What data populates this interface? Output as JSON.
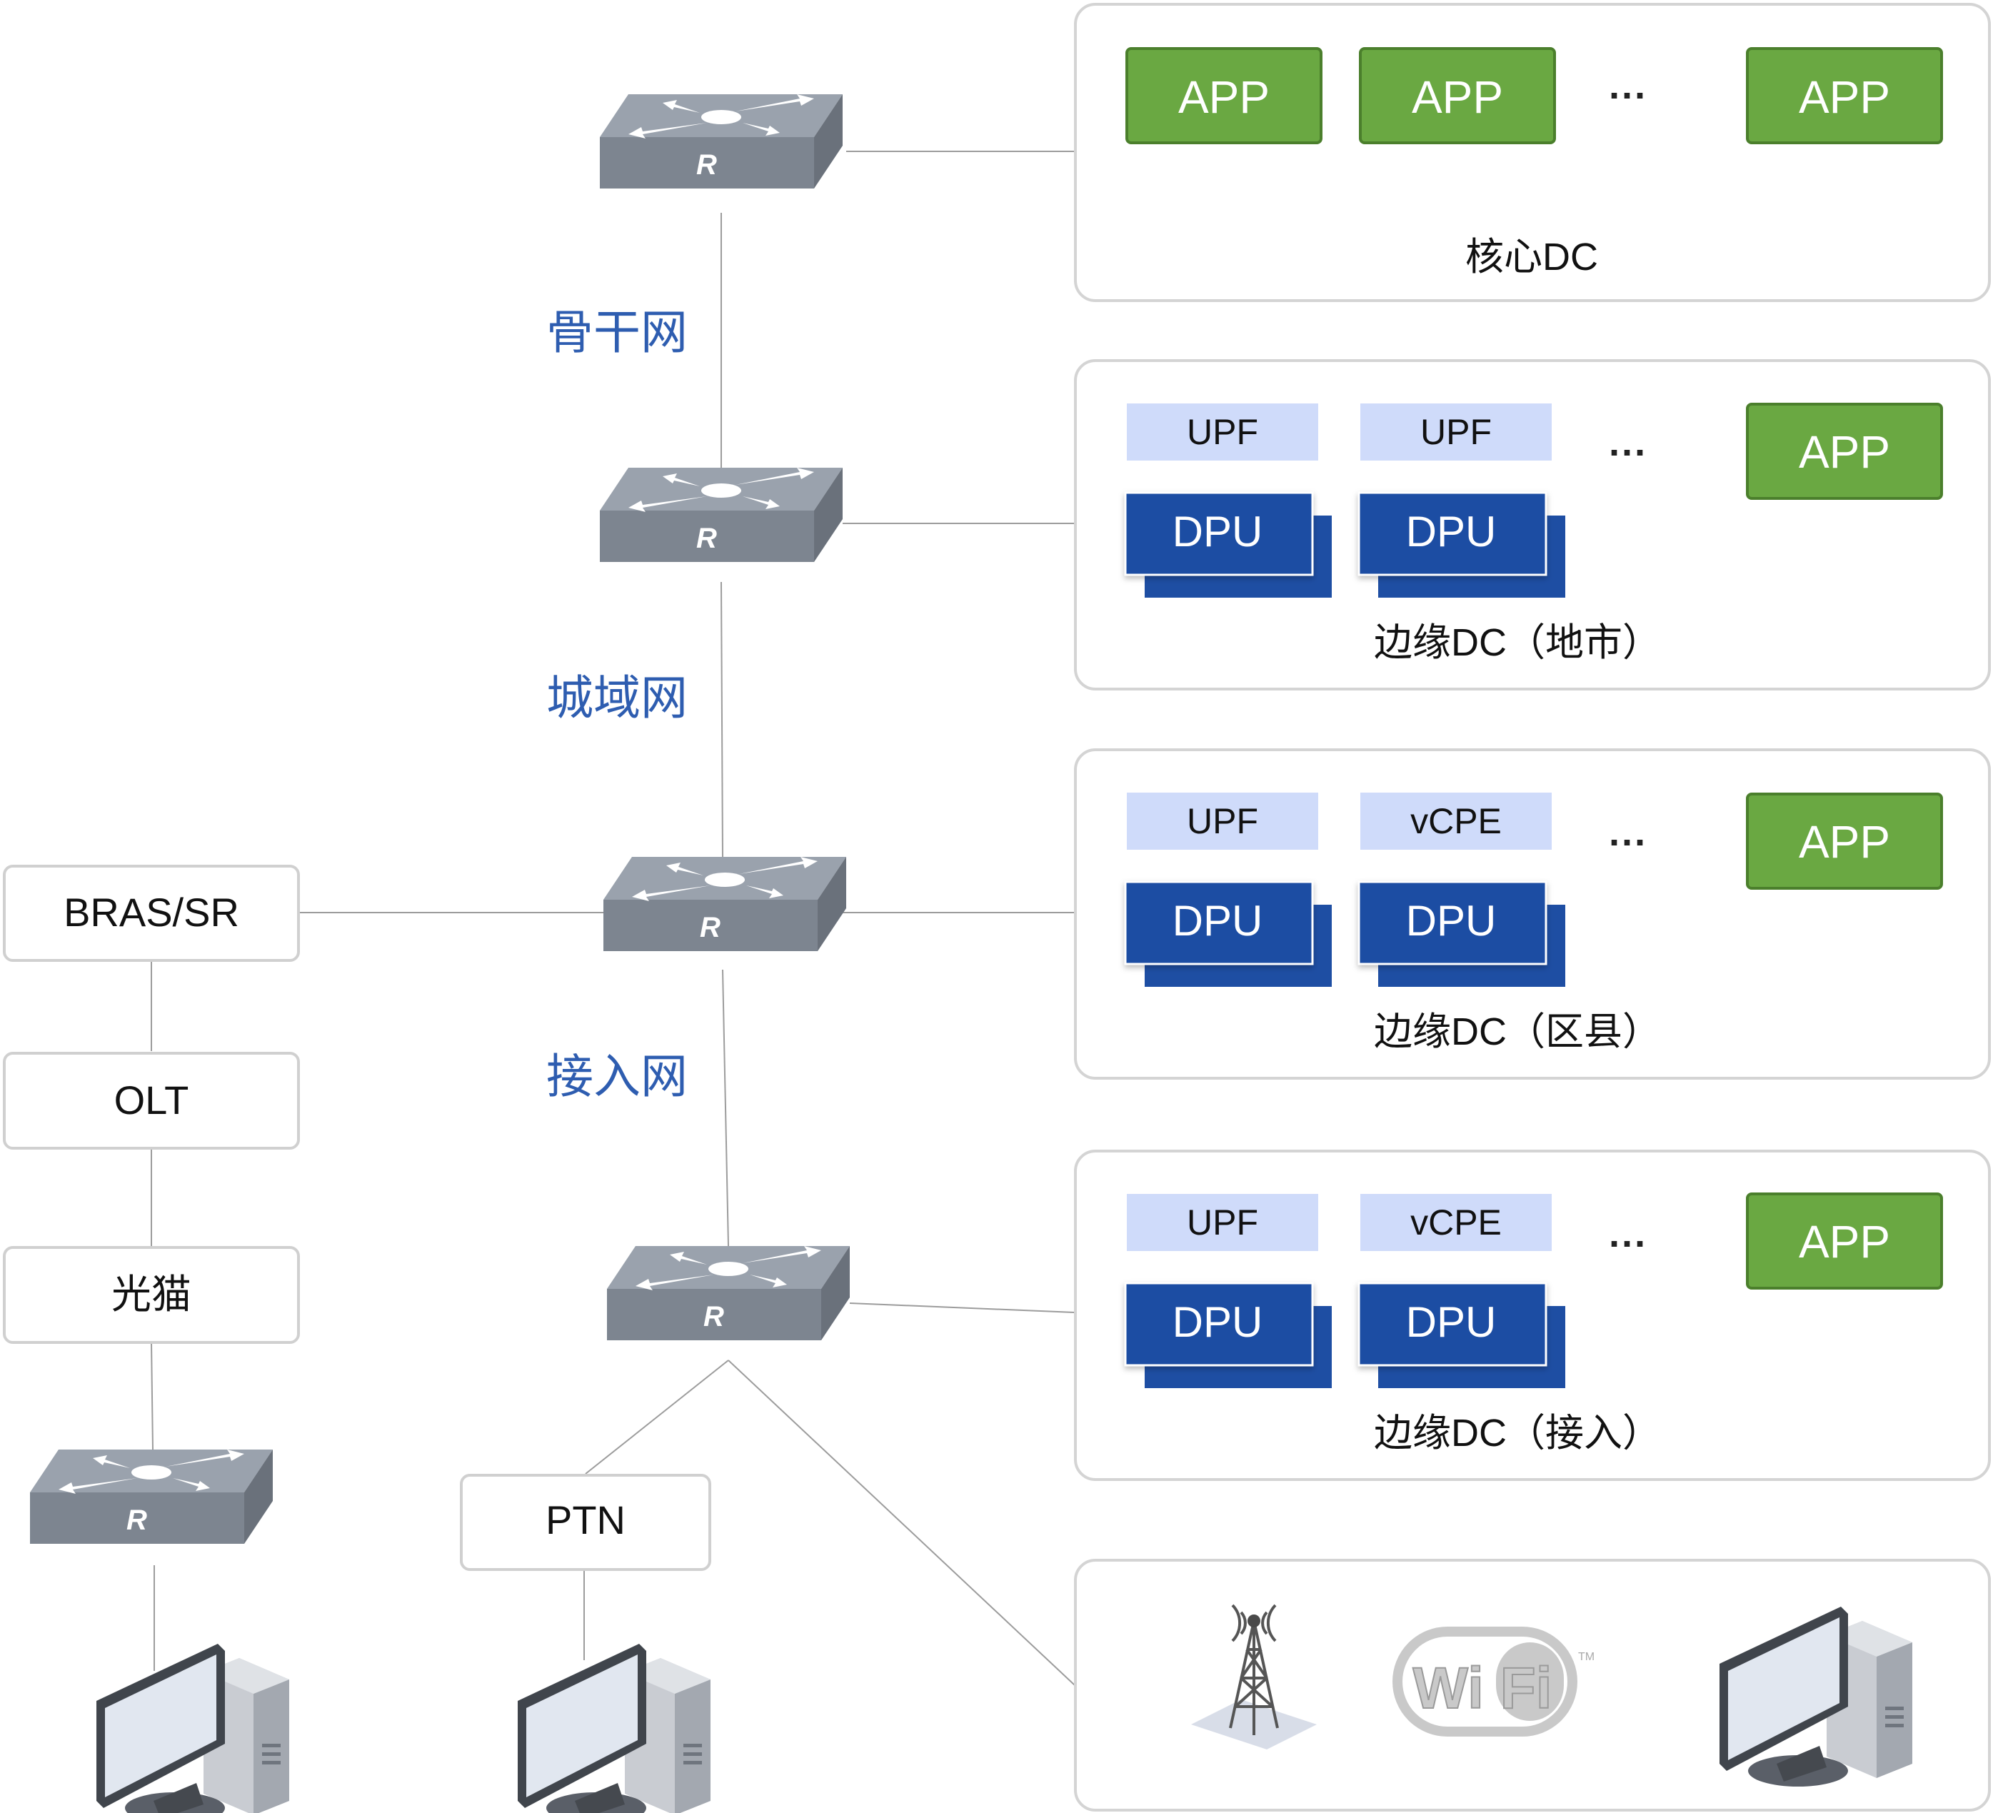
{
  "colors": {
    "app_green": "#6aa842",
    "dpu_blue": "#1e4ea3",
    "upf_lavender": "#cfdbfa",
    "network_label_blue": "#2e5db0",
    "box_border": "#d0d0d0",
    "line": "#999999"
  },
  "network_labels": {
    "backbone": "骨干网",
    "metro": "城域网",
    "access": "接入网"
  },
  "left_chain": {
    "bras": "BRAS/SR",
    "olt": "OLT",
    "onu": "光猫"
  },
  "ptn": "PTN",
  "router_glyph": "R",
  "dc_core": {
    "apps": [
      "APP",
      "APP",
      "APP"
    ],
    "ellipsis": "···",
    "caption": "核心DC"
  },
  "dc_edge_city": {
    "vnfs": [
      "UPF",
      "UPF"
    ],
    "dpus": [
      "DPU",
      "DPU"
    ],
    "ellipsis": "···",
    "app": "APP",
    "caption": "边缘DC（地市）"
  },
  "dc_edge_county": {
    "vnfs": [
      "UPF",
      "vCPE"
    ],
    "dpus": [
      "DPU",
      "DPU"
    ],
    "ellipsis": "···",
    "app": "APP",
    "caption": "边缘DC（区县）"
  },
  "dc_edge_access": {
    "vnfs": [
      "UPF",
      "vCPE"
    ],
    "dpus": [
      "DPU",
      "DPU"
    ],
    "ellipsis": "···",
    "app": "APP",
    "caption": "边缘DC（接入）"
  },
  "terminals": {
    "wifi_text": "Wi Fi",
    "wifi_tm": "TM",
    "icons": [
      "cell-tower-icon",
      "wifi-logo-icon",
      "computer-icon"
    ]
  }
}
